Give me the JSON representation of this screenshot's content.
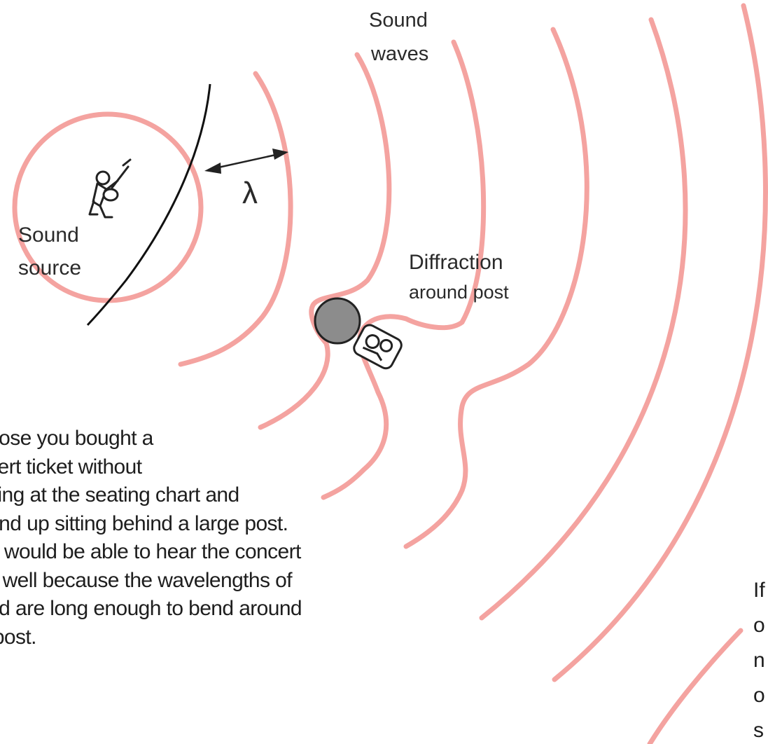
{
  "labels": {
    "sound_waves_1": "Sound",
    "sound_waves_2": "waves",
    "sound_source_1": "Sound",
    "sound_source_2": "source",
    "diffraction_1": "Diffraction",
    "diffraction_2": "around post",
    "wavelength_symbol": "λ"
  },
  "caption_lines": [
    "ppose you bought a",
    "ncert ticket without",
    "oking at the seating chart and",
    "ound up sitting behind a large post.",
    "ou would be able to hear the concert",
    "ite well because the wavelengths of",
    "und are long enough to bend around",
    "e post."
  ],
  "right_caption_lines": [
    "If",
    "o",
    "n",
    "o",
    "s"
  ],
  "colors": {
    "wave": "#f4a3a0",
    "post": "#8c8c8c",
    "text": "#1e1e1e"
  },
  "icons": {
    "performer": "guitarist-icon",
    "listener": "seated-person-icon"
  }
}
